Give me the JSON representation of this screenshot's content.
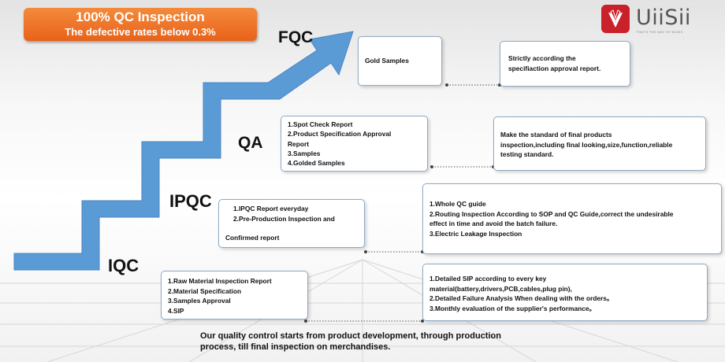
{
  "banner": {
    "title": "100% QC Inspection",
    "subtitle": "The defective rates below 0.3%"
  },
  "logo": {
    "name": "UiiSii",
    "tagline": "THAT'S THE WAY OF MUSIC"
  },
  "stages": {
    "fqc": {
      "label": "FQC",
      "left_items": [
        "Gold Samples"
      ],
      "right_items": [
        "Strictly according the",
        "specifiaction approval report."
      ]
    },
    "qa": {
      "label": "QA",
      "left_items": [
        "1.Spot Check Report",
        "2.Product Specification Approval",
        "Report",
        "3.Samples",
        "4.Golded Samples"
      ],
      "right_items": [
        "Make the standard of final products",
        "inspection,including final looking,size,function,reliable",
        "testing standard."
      ]
    },
    "ipqc": {
      "label": "IPQC",
      "left_items": [
        "1.IPQC Report everyday",
        "2.Pre-Production Inspection and",
        "",
        "Confirmed report"
      ],
      "right_items": [
        "1.Whole QC guide",
        "2.Routing Inspection According to SOP and QC Guide,correct the undesirable",
        "effect in time and avoid the batch failure.",
        "3.Electric Leakage Inspection"
      ]
    },
    "iqc": {
      "label": "IQC",
      "left_items": [
        "1.Raw Material Inspection Report",
        "2.Material Specification",
        "3.Samples Approval",
        "4.SIP"
      ],
      "right_items": [
        "1.Detailed SIP according to every key",
        "material(battery,drivers,PCB,cables,plug pin),",
        "2.Detailed Failure Analysis When dealing with the orders。",
        "3.Monthly evaluation of the supplier's performance。"
      ]
    }
  },
  "footer": {
    "line1": "Our quality control starts from product development, through production",
    "line2": "process, till final inspection on merchandises."
  },
  "colors": {
    "banner": "#e8621a",
    "staircase": "#5b9bd5",
    "logo_red": "#c9202a",
    "box_border": "#8faac4"
  }
}
